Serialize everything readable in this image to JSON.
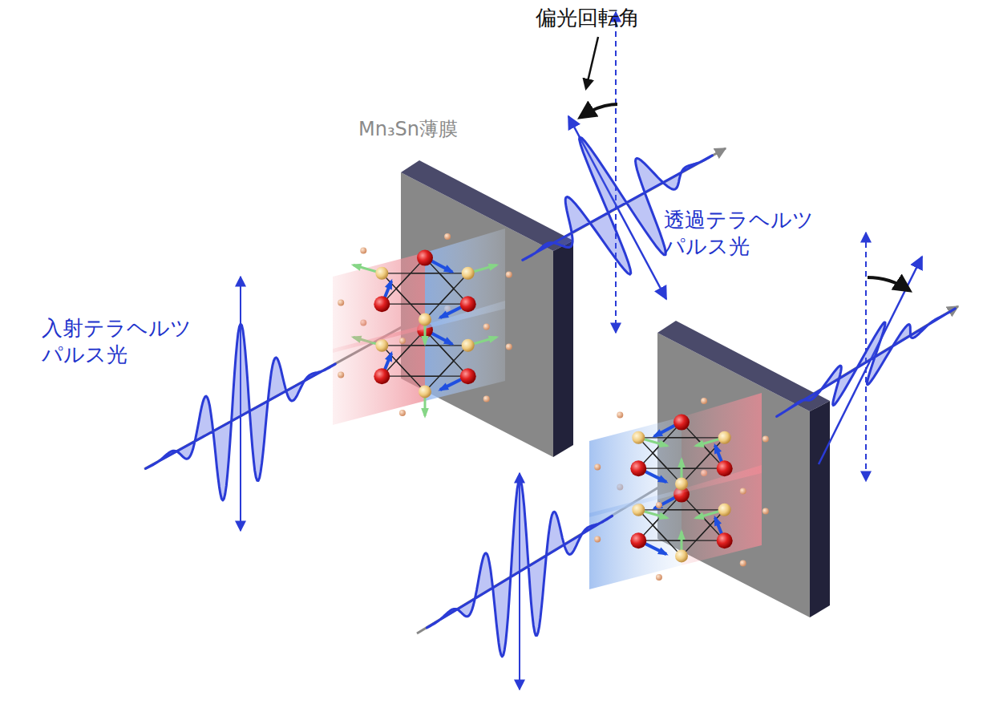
{
  "diagram": {
    "labels": [
      "偏光回転角",
      "Mn₃Sn薄膜",
      "透過テラヘルツ パルス光",
      "入射テラヘルツ パルス光"
    ]
  }
}
